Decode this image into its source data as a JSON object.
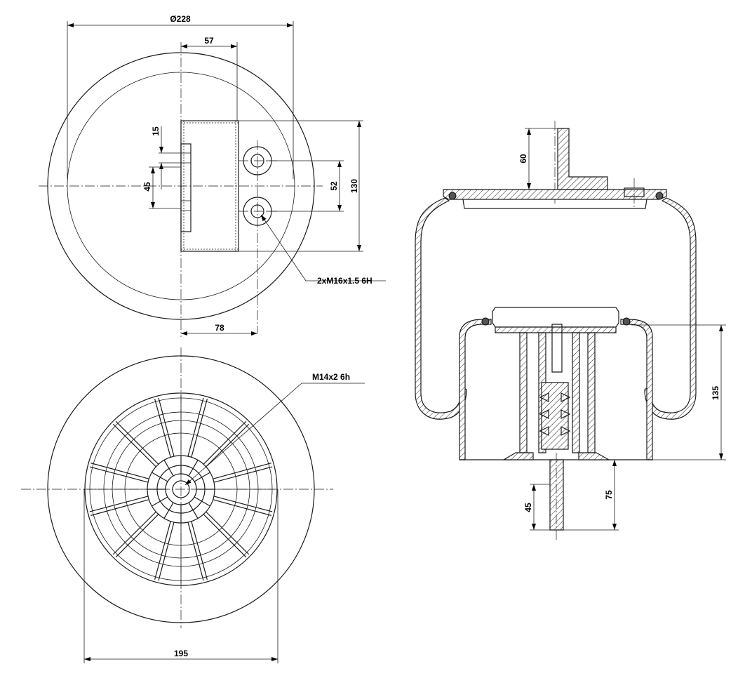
{
  "dimensions": {
    "dia_228": "Ø228",
    "d57": "57",
    "d15": "15",
    "d45_top": "45",
    "d52": "52",
    "d130": "130",
    "d78": "78",
    "d195": "195",
    "d60": "60",
    "d135": "135",
    "d75": "75",
    "d45_bottom": "45"
  },
  "callouts": {
    "holes": "2xM16x1.5 6H",
    "center_thread": "M14x2 6h"
  }
}
